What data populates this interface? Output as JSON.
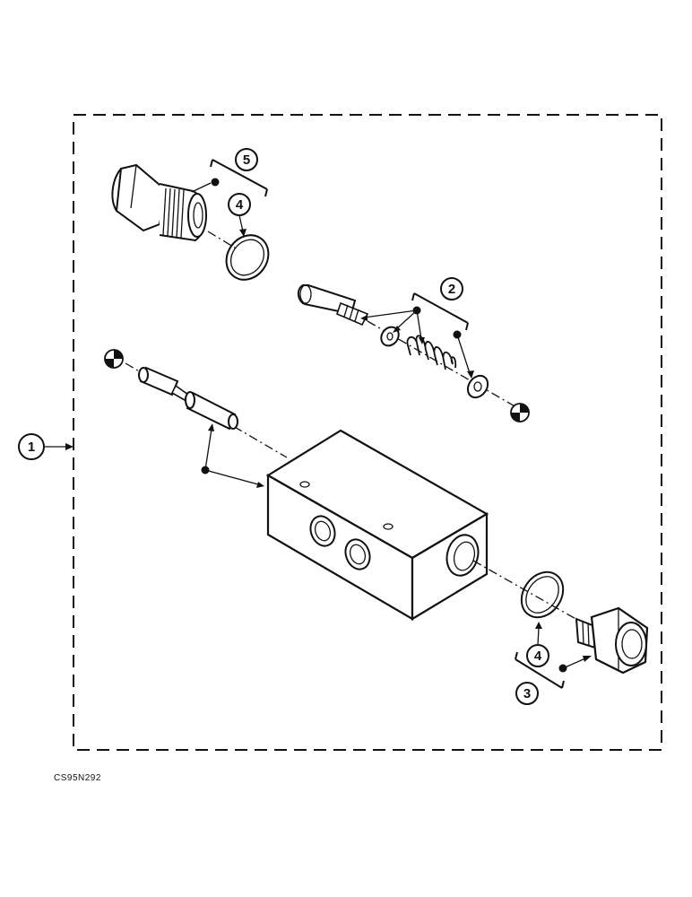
{
  "drawing_code": "CS95N292",
  "callouts": [
    "1",
    "2",
    "3",
    "4",
    "4",
    "5"
  ],
  "icons": [
    "leader-dot",
    "quadrant-target-symbol"
  ]
}
